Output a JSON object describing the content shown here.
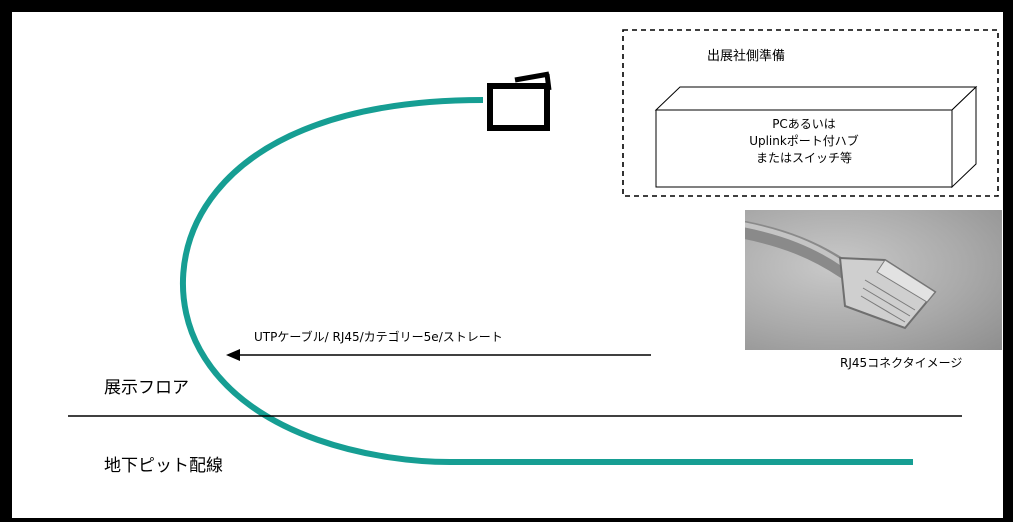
{
  "exhibitor_box": {
    "title": "出展社側準備"
  },
  "device": {
    "lines": [
      "PCあるいは",
      "Uplinkポート付ハブ",
      "またはスイッチ等"
    ]
  },
  "cable": {
    "label": "UTPケーブル/ RJ45/カテゴリー5e/ストレート"
  },
  "photo": {
    "caption": "RJ45コネクタイメージ"
  },
  "areas": {
    "floor": "展示フロア",
    "underground": "地下ピット配線"
  },
  "colors": {
    "cable": "#169e93",
    "frame": "#000000",
    "photo_bg": "#a9a9a9"
  }
}
